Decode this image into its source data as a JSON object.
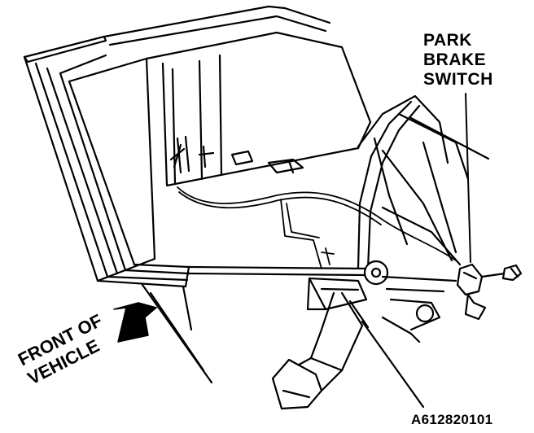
{
  "callout": {
    "lines": [
      "PARK",
      "BRAKE",
      "SWITCH"
    ]
  },
  "direction": {
    "lines": [
      "FRONT OF",
      "VEHICLE"
    ]
  },
  "figure_id": "A612820101",
  "colors": {
    "ink": "#000000",
    "paper": "#ffffff"
  }
}
